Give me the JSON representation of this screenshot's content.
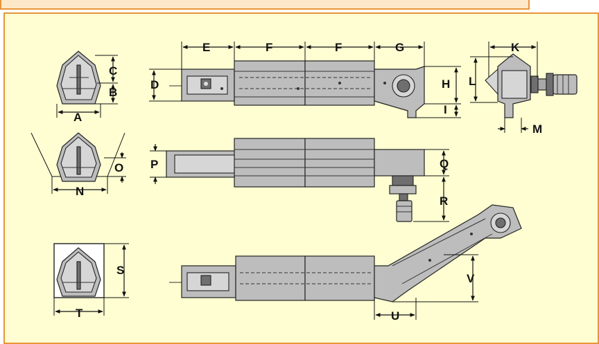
{
  "dimension_labels": {
    "A": "A",
    "B": "B",
    "C": "C",
    "D": "D",
    "E": "E",
    "F1": "F",
    "F2": "F",
    "G": "G",
    "H": "H",
    "I": "I",
    "K": "K",
    "L": "L",
    "M": "M",
    "N": "N",
    "O": "O",
    "P": "P",
    "Q": "Q",
    "R": "R",
    "S": "S",
    "T": "T",
    "U": "U",
    "V": "V"
  },
  "colors": {
    "panel_background": "#fefed2",
    "panel_border": "#e8953a",
    "topbar_background": "#fde9c8",
    "conveyor_fill": "#bdbdbd",
    "line": "#111111"
  }
}
